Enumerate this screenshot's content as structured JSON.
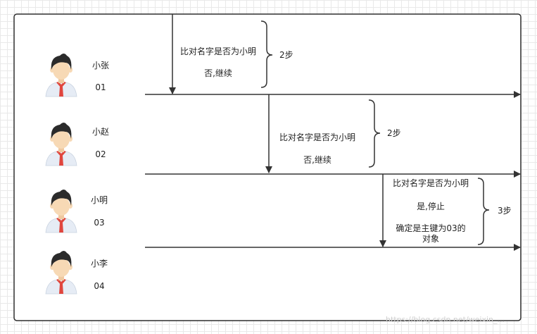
{
  "persons": [
    {
      "name": "小张",
      "id": "01"
    },
    {
      "name": "小赵",
      "id": "02"
    },
    {
      "name": "小明",
      "id": "03"
    },
    {
      "name": "小李",
      "id": "04"
    }
  ],
  "steps": [
    {
      "line1": "比对名字是否为小明",
      "line2": "否,继续",
      "count": "2步"
    },
    {
      "line1": "比对名字是否为小明",
      "line2": "否,继续",
      "count": "2步"
    },
    {
      "line1": "比对名字是否为小明",
      "line2": "是,停止",
      "line3": "确定是主键为03的",
      "line4": "对象",
      "count": "3步"
    }
  ],
  "watermark": "https://blog.csdn.net/weixin_...",
  "colors": {
    "line": "#333333",
    "hair": "#2b2b2b",
    "face": "#f7d9b5",
    "shirt": "#e6ecf5",
    "tie": "#e0463e"
  }
}
